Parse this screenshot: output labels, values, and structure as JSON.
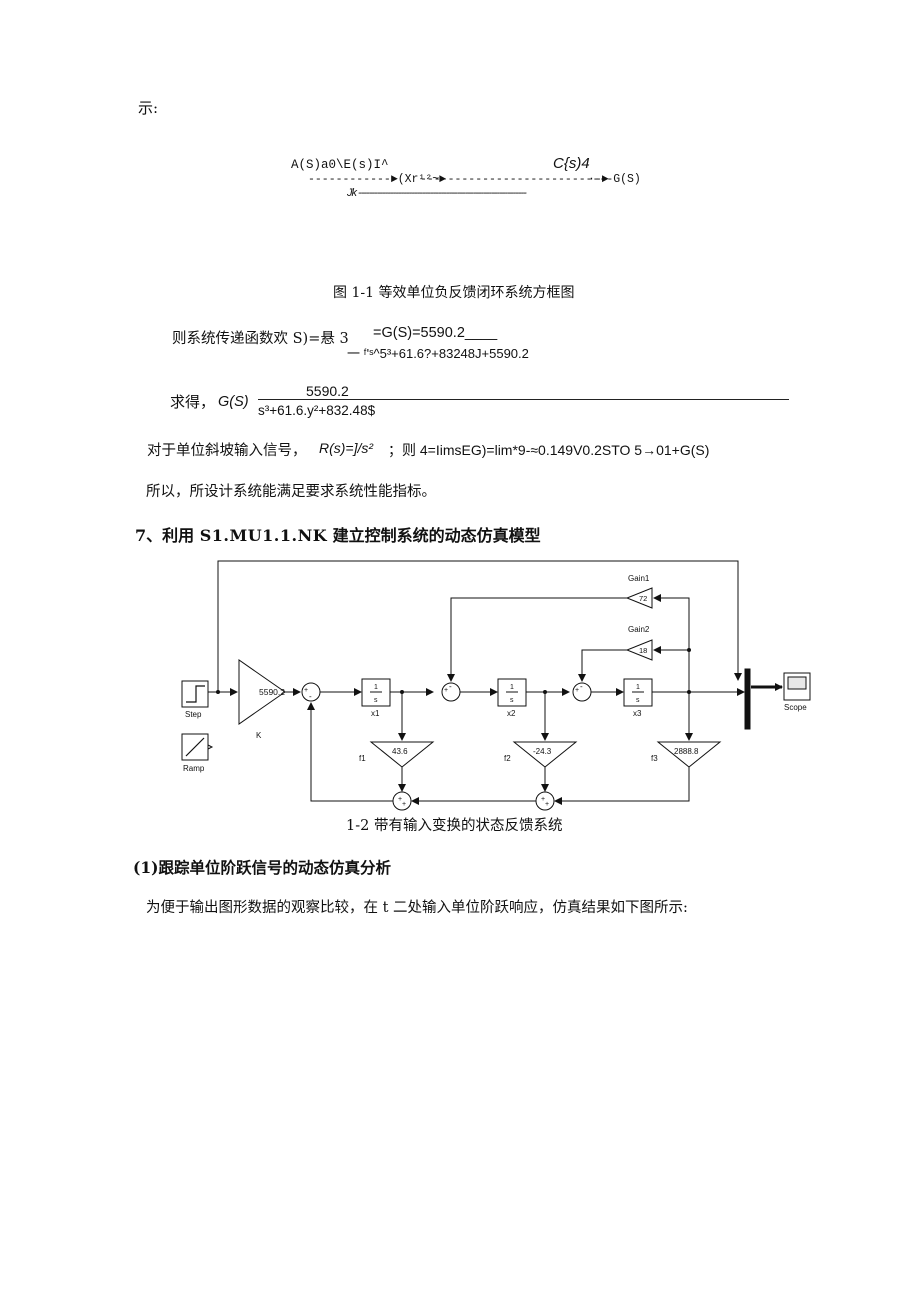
{
  "intro_line": "示:",
  "fig1": {
    "top_left": "A(S)a0\\E(s)I^",
    "top_right": "C{s)4",
    "row_a": "------------►(Xr¹²~►",
    "row_b": "----------------------------G(S)",
    "row_end": "·-►",
    "row_c": "Jk ---------------------------------------------------------------",
    "caption": "图 1-1 等效单位负反馈闭环系统方框图"
  },
  "eq1": {
    "prefix": "则系统传递函数欢 S)=悬 3",
    "rhs": "=G(S)=5590.2____",
    "denominator": "一 ᶠ'ˢ^5³+61.6?+83248J+5590.2"
  },
  "eq2": {
    "label": "求得，",
    "lhs": "G(S)",
    "numerator": "5590.2",
    "denominator": "s³+61.6.y²+832.48$"
  },
  "ramp_line": {
    "part1": "对于单位斜坡输入信号，",
    "part2": "R(s)=]/s²",
    "part3": "；则 4=IimsEG)=lim*9-≈0.149V0.2STO   5→01+G(S)"
  },
  "conclusion": "所以，所设计系统能满足要求系统性能指标。",
  "section7": {
    "number": "7、",
    "text_a": "利用",
    "code": "S1.MU1.1.NK",
    "text_b": "建立控制系统的动态仿真模型"
  },
  "diagram": {
    "gain_k_value": "5590.2",
    "gain_k_name": "K",
    "step_label": "Step",
    "ramp_label": "Ramp",
    "integrator_text": "1",
    "integrator_den": "s",
    "x1": "x1",
    "x2": "x2",
    "x3": "x3",
    "gain1_name": "Gain1",
    "gain1_value": "72",
    "gain2_name": "Gain2",
    "gain2_value": "18",
    "f1_name": "f1",
    "f1_value": "43.6",
    "f2_name": "f2",
    "f2_value": "-24.3",
    "f3_name": "f3",
    "f3_value": "2888.8",
    "scope_label": "Scope",
    "sum_plus": "+",
    "sum_minus": "-",
    "caption": "1-2 带有输入变换的状态反馈系统"
  },
  "subsection1": {
    "label": "(1)",
    "text": "跟踪单位阶跃信号的动态仿真分析"
  },
  "final_para": "为便于输出图形数据的观察比较，在 t 二处输入单位阶跃响应，仿真结果如下图所示:"
}
